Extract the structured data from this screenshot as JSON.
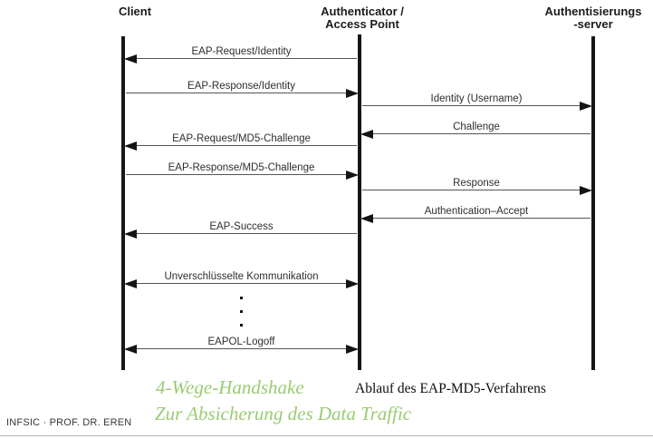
{
  "diagram": {
    "actors": [
      {
        "id": "client",
        "lines": [
          "Client"
        ]
      },
      {
        "id": "authenticator",
        "lines": [
          "Authenticator /",
          "Access Point"
        ]
      },
      {
        "id": "auth-server",
        "lines": [
          "Authentisierungs",
          "-server"
        ]
      }
    ],
    "messages": [
      {
        "label": "EAP-Request/Identity",
        "from": "authenticator",
        "to": "client"
      },
      {
        "label": "EAP-Response/Identity",
        "from": "client",
        "to": "authenticator"
      },
      {
        "label": "Identity (Username)",
        "from": "authenticator",
        "to": "auth-server"
      },
      {
        "label": "Challenge",
        "from": "auth-server",
        "to": "authenticator"
      },
      {
        "label": "EAP-Request/MD5-Challenge",
        "from": "authenticator",
        "to": "client"
      },
      {
        "label": "EAP-Response/MD5-Challenge",
        "from": "client",
        "to": "authenticator"
      },
      {
        "label": "Response",
        "from": "authenticator",
        "to": "auth-server"
      },
      {
        "label": "Authentication–Accept",
        "from": "auth-server",
        "to": "authenticator"
      },
      {
        "label": "EAP-Success",
        "from": "authenticator",
        "to": "client"
      },
      {
        "label": "Unverschlüsselte Kommunikation",
        "from": "client",
        "to": "authenticator",
        "bidirectional": true
      },
      {
        "label": "EAPOL-Logoff",
        "from": "client",
        "to": "authenticator",
        "bidirectional": true
      }
    ],
    "caption": "Ablauf des EAP-MD5-Verfahrens"
  },
  "annotation": {
    "line1": "4-Wege-Handshake",
    "line2": "Zur Absicherung des Data Traffic"
  },
  "footer": {
    "credit": "INFSIC · PROF. DR. EREN"
  },
  "colors": {
    "annotation_green": "#9acb72",
    "lifeline": "#161616",
    "arrow_line": "#555555",
    "label_text": "#2e2e2e"
  }
}
